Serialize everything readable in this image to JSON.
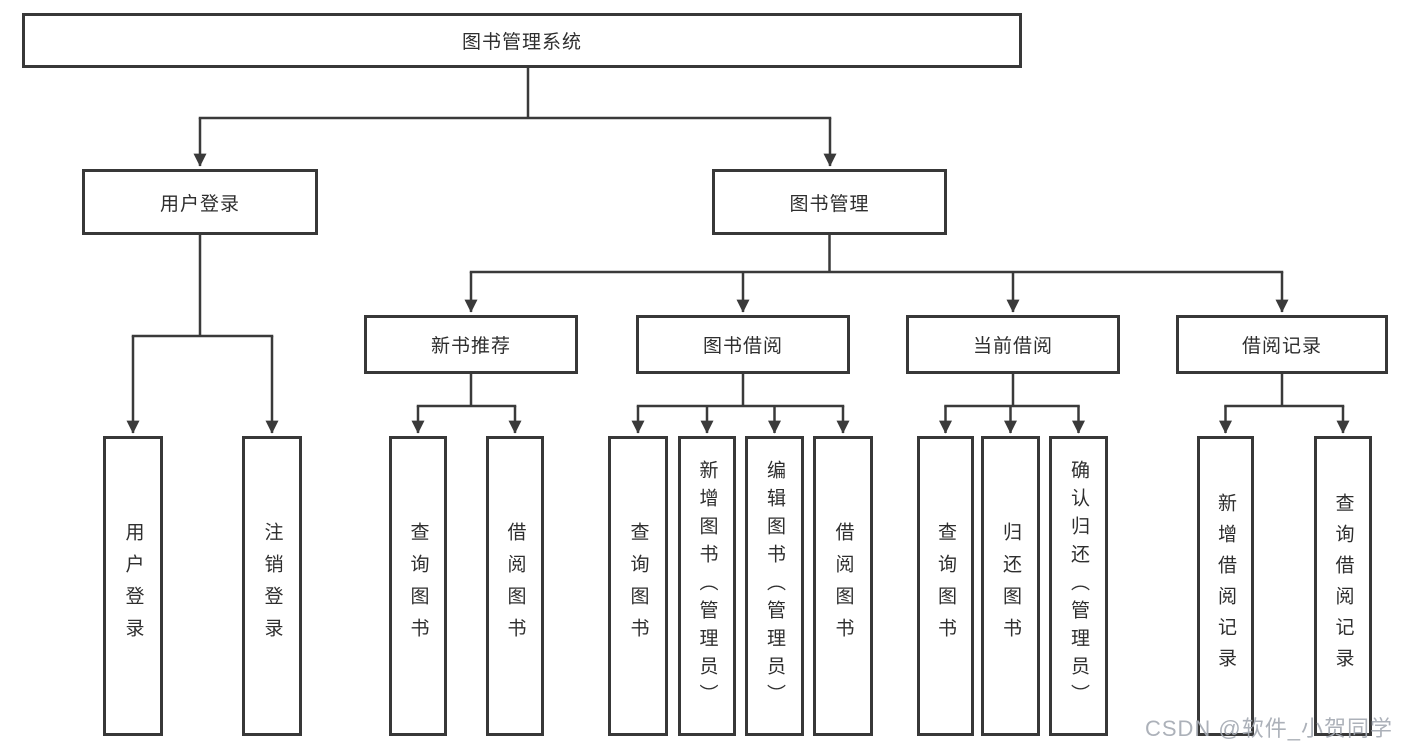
{
  "diagram": {
    "root": "图书管理系统",
    "level2": {
      "user_login": "用户登录",
      "book_mgmt": "图书管理"
    },
    "level3": {
      "new_books": "新书推荐",
      "borrowing": "图书借阅",
      "current": "当前借阅",
      "records": "借阅记录"
    },
    "leaves": {
      "user_login": [
        "用户登录",
        "注销登录"
      ],
      "new_books": [
        "查询图书",
        "借阅图书"
      ],
      "borrowing": [
        "查询图书",
        "新增图书（管理员）",
        "编辑图书（管理员）",
        "借阅图书"
      ],
      "current": [
        "查询图书",
        "归还图书",
        "确认归还（管理员）"
      ],
      "records": [
        "新增借阅记录",
        "查询借阅记录"
      ]
    }
  },
  "watermark": "CSDN @软件_小贺同学",
  "colors": {
    "line": "#3a3a3a",
    "border": "#383838",
    "text": "#2e2e2e",
    "watermark": "#a6abb4",
    "background": "#ffffff"
  }
}
